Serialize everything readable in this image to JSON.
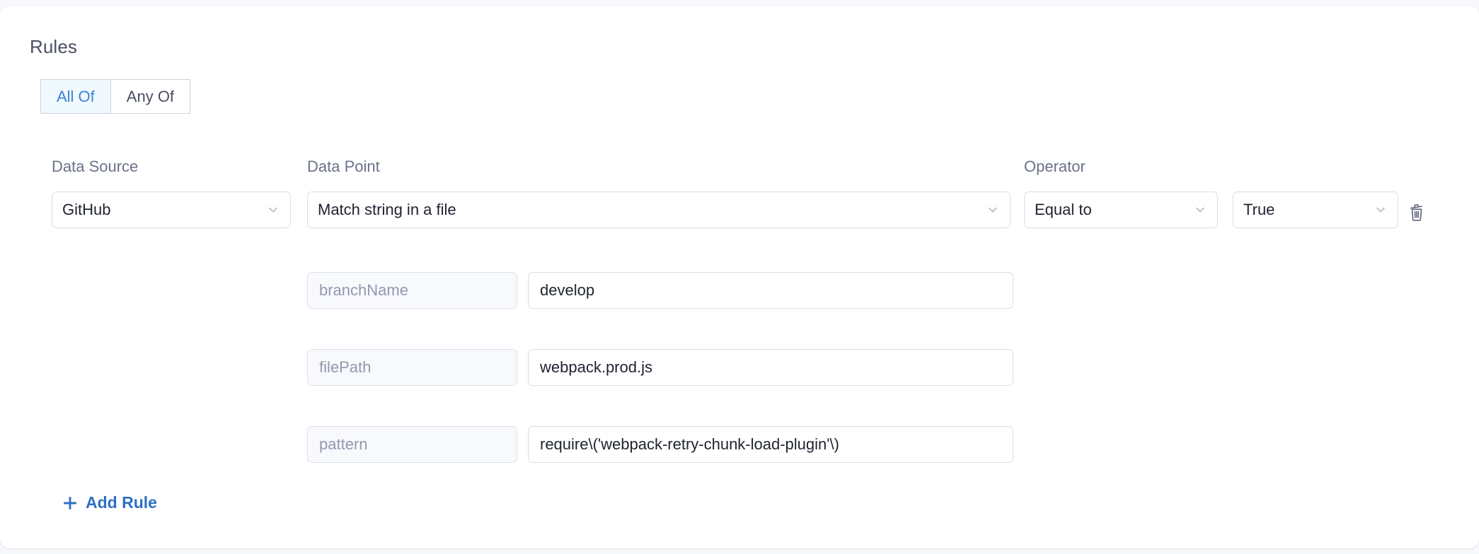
{
  "section": {
    "title": "Rules"
  },
  "match_toggle": {
    "options": [
      {
        "label": "All Of",
        "active": true
      },
      {
        "label": "Any Of",
        "active": false
      }
    ]
  },
  "columns": {
    "data_source_label": "Data Source",
    "data_point_label": "Data Point",
    "operator_label": "Operator"
  },
  "rule": {
    "data_source": "GitHub",
    "data_point": "Match string in a file",
    "operator": "Equal to",
    "operator_value": "True",
    "delete_icon": "trash-icon",
    "chevron_icon": "chevron-down-icon",
    "parameters": [
      {
        "key": "branchName",
        "value": "develop"
      },
      {
        "key": "filePath",
        "value": "webpack.prod.js"
      },
      {
        "key": "pattern",
        "value": "require\\('webpack-retry-chunk-load-plugin'\\)"
      }
    ]
  },
  "actions": {
    "add_rule_label": "Add Rule",
    "add_rule_icon": "plus-icon"
  },
  "colors": {
    "accent_blue": "#3b82d6",
    "link_blue": "#2f6fc4",
    "active_tab_bg": "#f0f9fd",
    "label_gray": "#6b7189",
    "key_field_bg": "#f8f9fc",
    "border_gray": "#dcdde7",
    "page_bg": "#f7f8fb"
  }
}
